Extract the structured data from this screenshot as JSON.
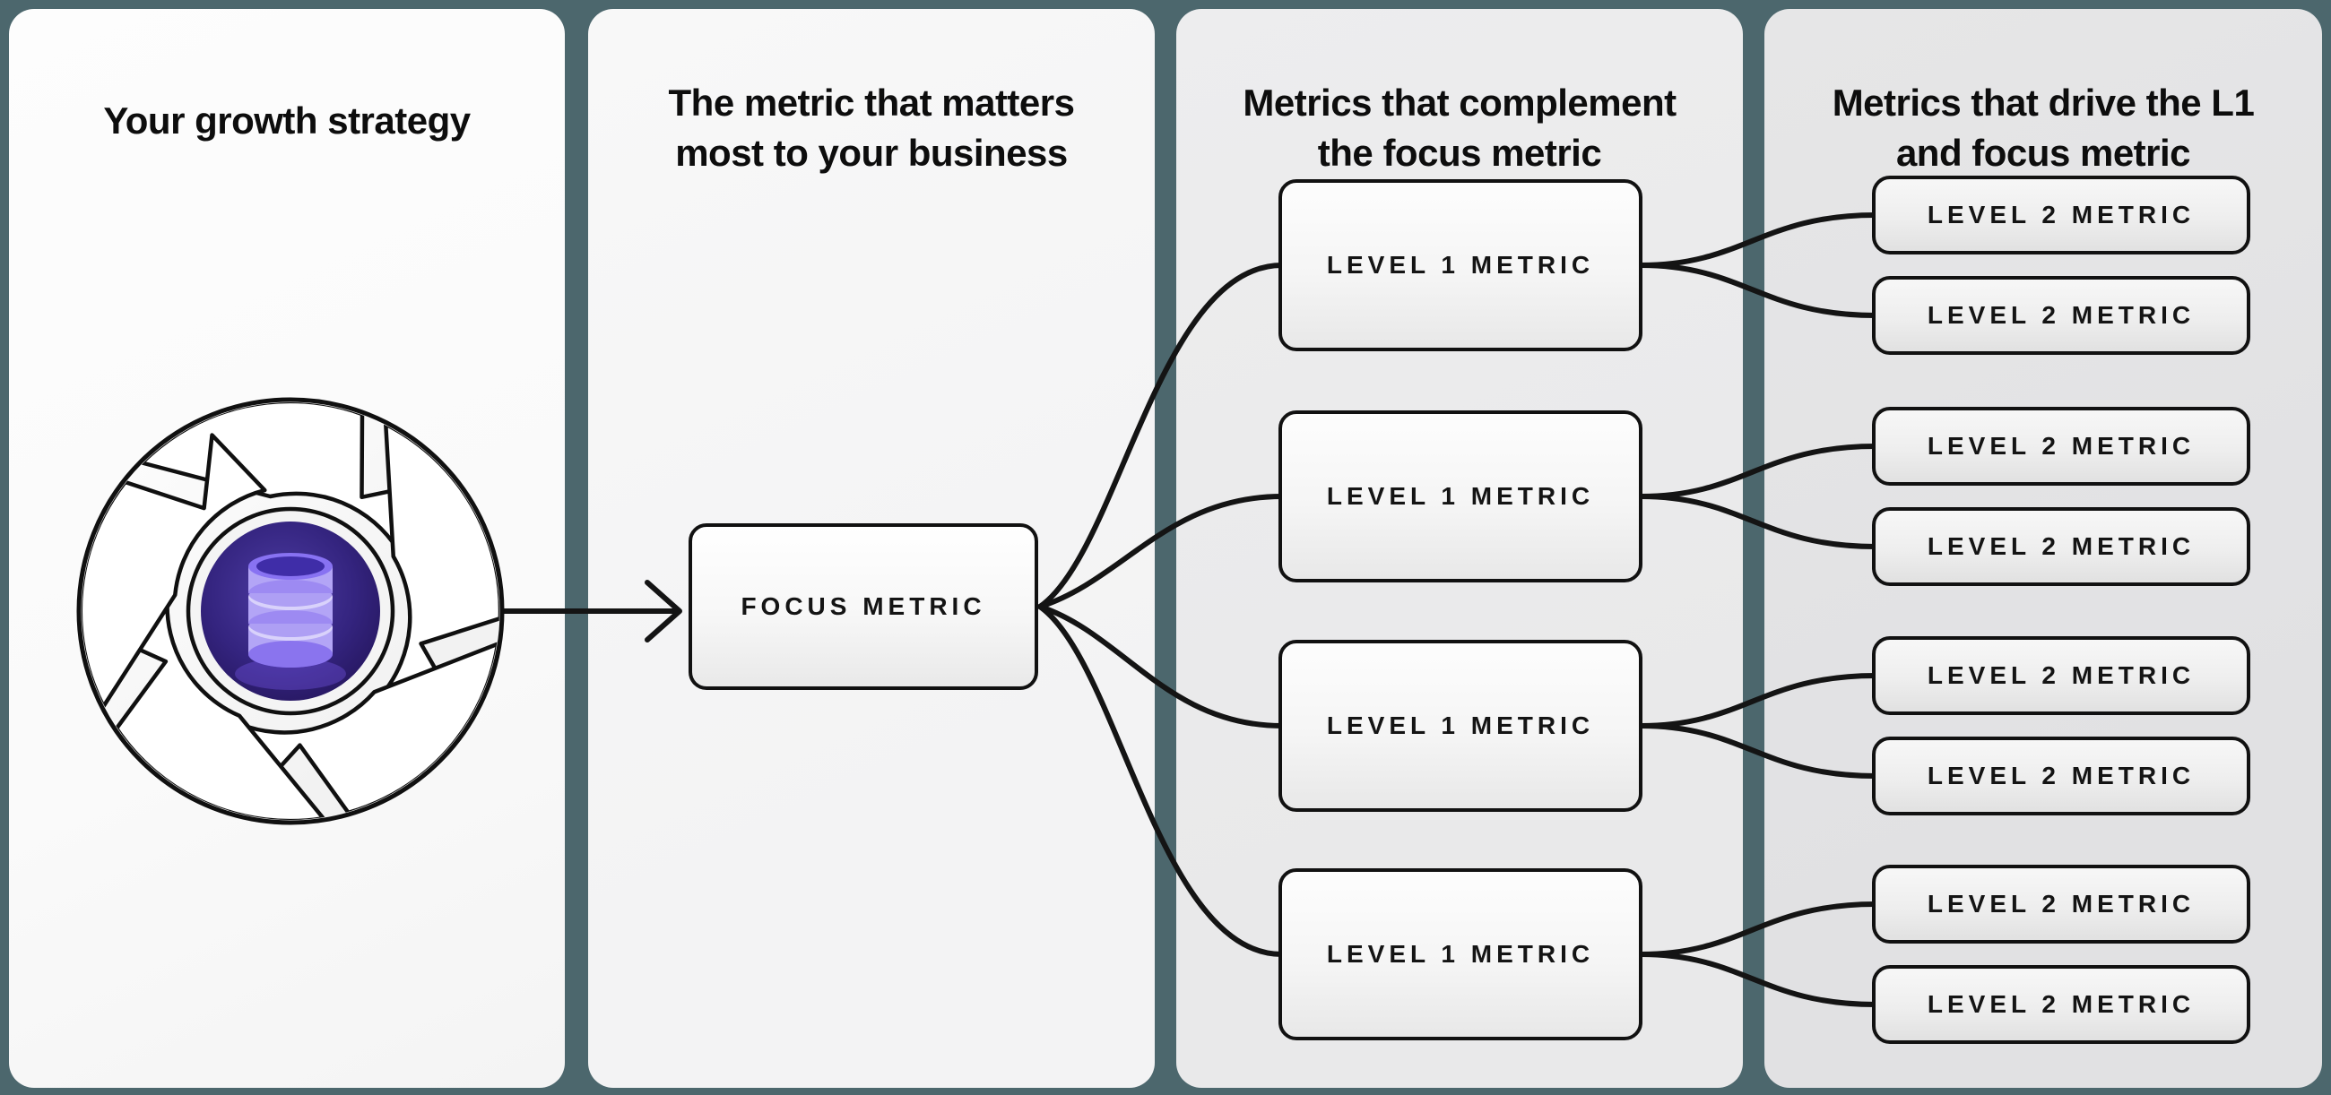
{
  "theme": {
    "background": "#4c676d",
    "line_color": "#141414",
    "box_border": "#111111",
    "panel_1": "#fafafa",
    "panel_2": "#f3f3f4",
    "panel_3": "#e9e9ea",
    "panel_4": "#e1e1e3",
    "title_color": "#0d0d0d",
    "flywheel_core": "#2c1d68",
    "database_purple": "#b3a5f6"
  },
  "columns": [
    {
      "id": "growth-strategy",
      "title": "Your growth strategy"
    },
    {
      "id": "focus-metric",
      "title": "The metric that matters\nmost to your business"
    },
    {
      "id": "level1-metrics",
      "title": "Metrics that complement\nthe focus metric"
    },
    {
      "id": "level2-metrics",
      "title": "Metrics that drive the L1\nand focus metric"
    }
  ],
  "focus_box": {
    "label": "FOCUS METRIC"
  },
  "l1_boxes": [
    {
      "label": "LEVEL 1 METRIC"
    },
    {
      "label": "LEVEL 1 METRIC"
    },
    {
      "label": "LEVEL 1 METRIC"
    },
    {
      "label": "LEVEL 1 METRIC"
    }
  ],
  "l2_boxes": [
    {
      "label": "LEVEL 2 METRIC"
    },
    {
      "label": "LEVEL 2 METRIC"
    },
    {
      "label": "LEVEL 2 METRIC"
    },
    {
      "label": "LEVEL 2 METRIC"
    },
    {
      "label": "LEVEL 2 METRIC"
    },
    {
      "label": "LEVEL 2 METRIC"
    },
    {
      "label": "LEVEL 2 METRIC"
    },
    {
      "label": "LEVEL 2 METRIC"
    }
  ],
  "icons": [
    {
      "name": "flywheel-icon"
    },
    {
      "name": "database-icon"
    },
    {
      "name": "arrow-right-icon"
    }
  ]
}
